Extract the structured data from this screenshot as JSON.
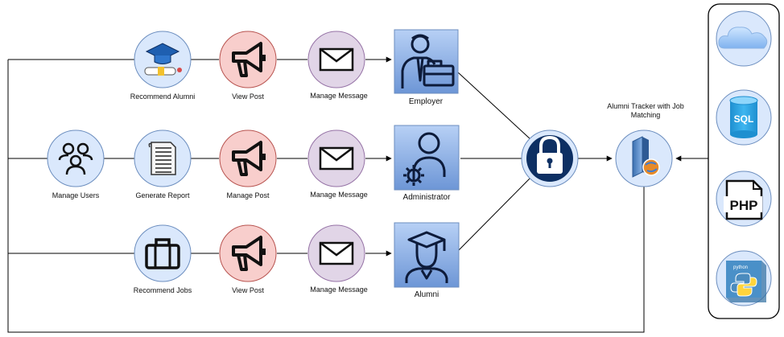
{
  "rows": [
    {
      "items": [
        {
          "label": "Recommend Alumni",
          "icon": "graduation-cap-diploma-icon"
        },
        {
          "label": "View Post",
          "icon": "megaphone-icon"
        },
        {
          "label": "Manage Message",
          "icon": "envelope-icon"
        }
      ],
      "role": {
        "label": "Employer",
        "icon": "businessman-briefcase-icon"
      }
    },
    {
      "items": [
        {
          "label": "Manage Users",
          "icon": "users-group-icon"
        },
        {
          "label": "Generate Report",
          "icon": "report-document-icon"
        },
        {
          "label": "Manage Post",
          "icon": "megaphone-icon"
        },
        {
          "label": "Manage Message",
          "icon": "envelope-icon"
        }
      ],
      "role": {
        "label": "Administrator",
        "icon": "admin-gear-user-icon"
      }
    },
    {
      "items": [
        {
          "label": "Recommend Jobs",
          "icon": "briefcase-icon"
        },
        {
          "label": "View Post",
          "icon": "megaphone-icon"
        },
        {
          "label": "Manage Message",
          "icon": "envelope-icon"
        }
      ],
      "role": {
        "label": "Alumni",
        "icon": "graduate-student-icon"
      }
    }
  ],
  "security": {
    "icon": "padlock-icon"
  },
  "system": {
    "label": "Alumni Tracker with Job Matching",
    "icon": "server-globe-icon"
  },
  "tech_stack": [
    {
      "name": "cloud",
      "icon": "cloud-icon",
      "label": ""
    },
    {
      "name": "sql",
      "icon": "sql-database-icon",
      "label": "SQL"
    },
    {
      "name": "php",
      "icon": "php-file-icon",
      "label": "PHP"
    },
    {
      "name": "python",
      "icon": "python-logo-icon",
      "label": "python"
    }
  ],
  "colors": {
    "blue_circle": "#dae8fc",
    "blue_stroke": "#6c8ebf",
    "red_circle": "#f8cecc",
    "red_stroke": "#b85450",
    "purple_circle": "#e1d5e7",
    "purple_stroke": "#9673a6",
    "navy": "#0d2f63",
    "line": "#000000"
  }
}
